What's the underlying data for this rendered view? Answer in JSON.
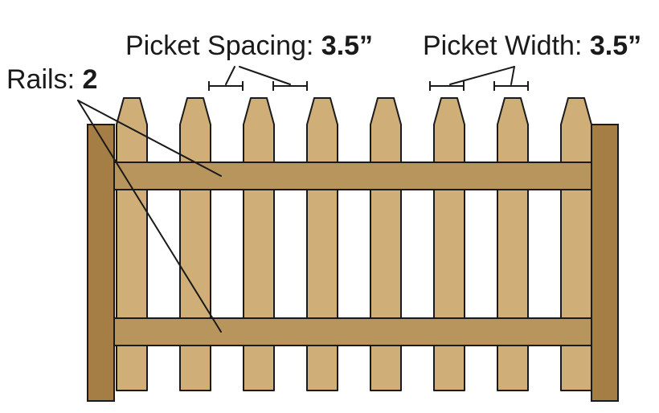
{
  "labels": {
    "spacing": {
      "text": "Picket Spacing: ",
      "value": "3.5”"
    },
    "width": {
      "text": "Picket Width: ",
      "value": "3.5”"
    },
    "rails": {
      "text": "Rails: ",
      "value": "2"
    }
  },
  "fence": {
    "picket_count": 8,
    "rail_count": 2,
    "post_count": 2
  },
  "colors": {
    "picket": "#cfae78",
    "rail": "#b8955d",
    "post": "#a47e44",
    "outline": "#1a1a1a",
    "background": "#ffffff"
  }
}
